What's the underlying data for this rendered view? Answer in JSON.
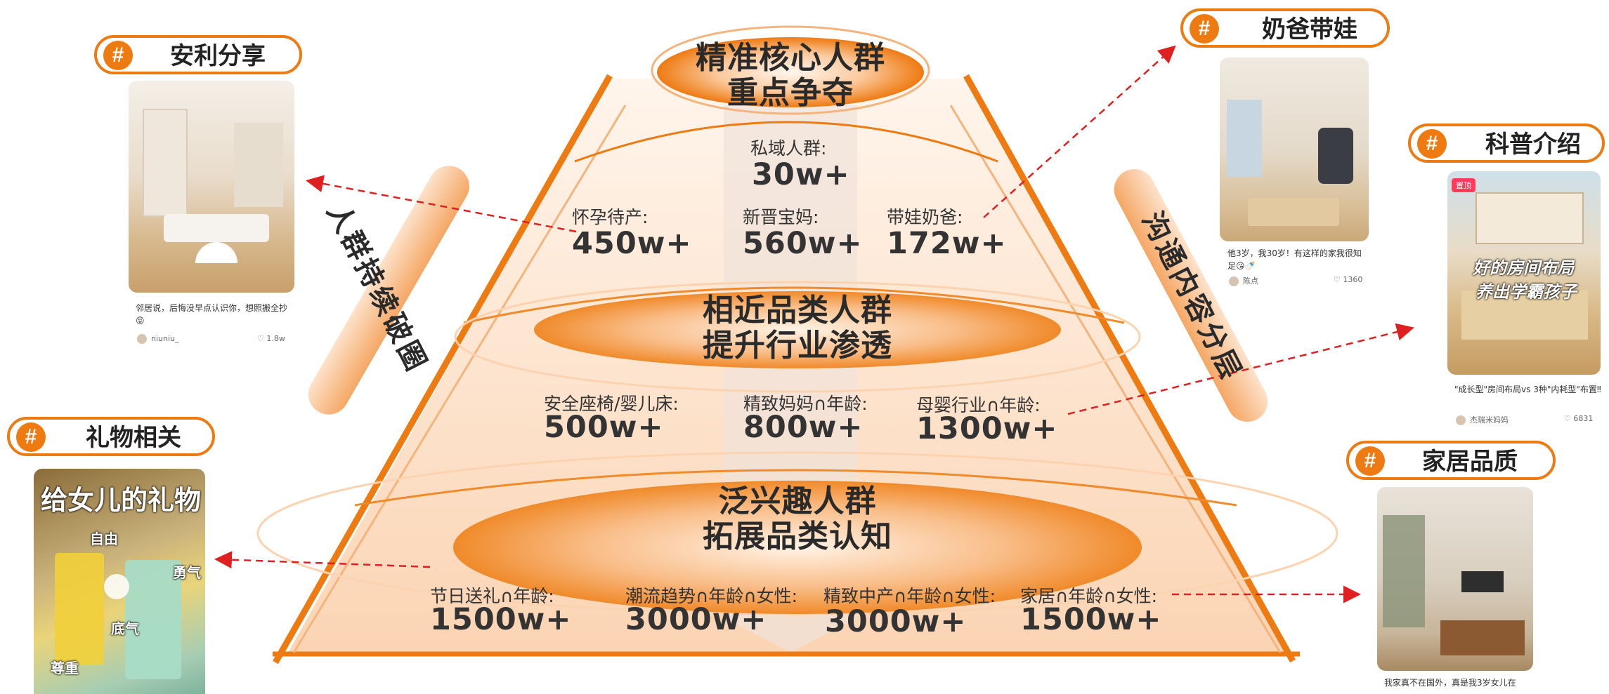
{
  "pyramid": {
    "top": {
      "title_line1": "精准核心人群",
      "title_line2": "重点争夺",
      "private": {
        "label": "私域人群:",
        "value": "30w+"
      },
      "stats": [
        {
          "label": "怀孕待产:",
          "value": "450w+"
        },
        {
          "label": "新晋宝妈:",
          "value": "560w+"
        },
        {
          "label": "带娃奶爸:",
          "value": "172w+"
        }
      ]
    },
    "middle": {
      "title_line1": "相近品类人群",
      "title_line2": "提升行业渗透",
      "stats": [
        {
          "label": "安全座椅/婴儿床:",
          "value": "500w+"
        },
        {
          "label": "精致妈妈∩年龄:",
          "value": "800w+"
        },
        {
          "label": "母婴行业∩年龄:",
          "value": "1300w+"
        }
      ]
    },
    "bottom": {
      "title_line1": "泛兴趣人群",
      "title_line2": "拓展品类认知",
      "stats": [
        {
          "label": "节日送礼∩年龄:",
          "value": "1500w+"
        },
        {
          "label": "潮流趋势∩年龄∩女性:",
          "value": "3000w+"
        },
        {
          "label": "精致中产∩年龄∩女性:",
          "value": "3000w+"
        },
        {
          "label": "家居∩年龄∩女性:",
          "value": "1500w+"
        }
      ]
    }
  },
  "side_labels": {
    "left": "人群持续破圈",
    "right": "沟通内容分层"
  },
  "tags": {
    "anli": "安利分享",
    "gift": "礼物相关",
    "dad": "奶爸带娃",
    "science": "科普介绍",
    "home": "家居品质",
    "hash": "#"
  },
  "cards": {
    "anli": {
      "caption": "邻居说，后悔没早点认识你，想照搬全抄😝",
      "user": "niuniu_",
      "likes": "1.8w"
    },
    "dad": {
      "caption": "他3岁，我30岁！有这样的家我很知足😘🍼",
      "user": "陈点",
      "likes": "1360"
    },
    "science": {
      "caption": "\"成长型\"房间布局vs 3种\"内耗型\"布置‼",
      "user": "杰瑞米妈妈",
      "likes": "6831",
      "overlay1": "好的房间布局",
      "overlay2": "养出学霸孩子",
      "badge": "置顶"
    },
    "gift": {
      "overlay_title": "给女儿的礼物",
      "words": [
        "自由",
        "勇气",
        "底气",
        "尊重"
      ]
    },
    "home": {
      "caption": "我家真不在国外，真是我3岁女儿在"
    }
  },
  "colors": {
    "accent": "#ee7a12",
    "arrow": "#e02020"
  }
}
